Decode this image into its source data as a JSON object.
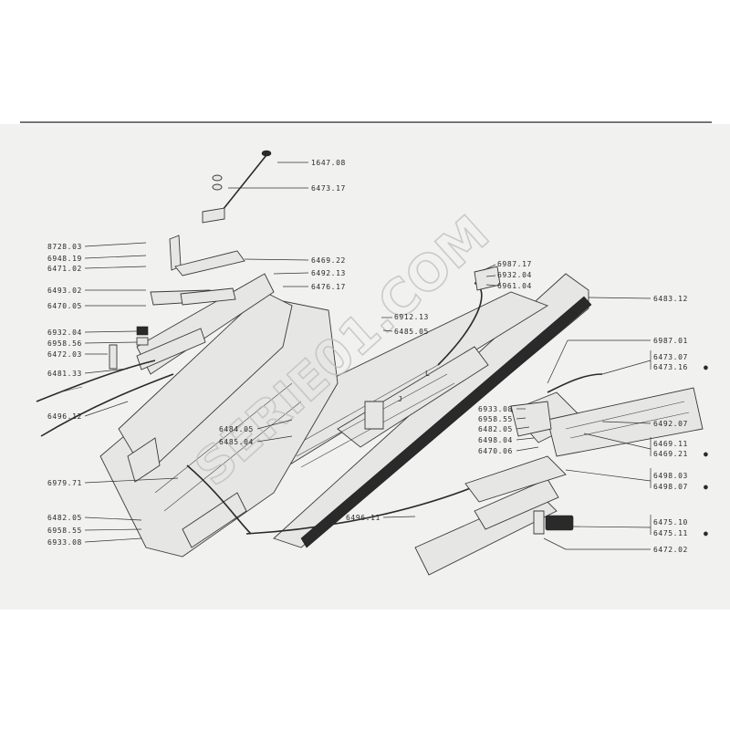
{
  "watermark": "SERIE01.COM",
  "left_labels": [
    {
      "id": "l1",
      "text": "8728.03"
    },
    {
      "id": "l2",
      "text": "6948.19"
    },
    {
      "id": "l3",
      "text": "6471.02"
    },
    {
      "id": "l4",
      "text": "6493.02"
    },
    {
      "id": "l5",
      "text": "6470.05"
    },
    {
      "id": "l6",
      "text": "6932.04"
    },
    {
      "id": "l7",
      "text": "6958.56"
    },
    {
      "id": "l8",
      "text": "6472.03"
    },
    {
      "id": "l9",
      "text": "6481.33"
    },
    {
      "id": "l10",
      "text": "6496.12"
    },
    {
      "id": "l11",
      "text": "6979.71"
    },
    {
      "id": "l12",
      "text": "6482.05"
    },
    {
      "id": "l13",
      "text": "6958.55"
    },
    {
      "id": "l14",
      "text": "6933.08"
    }
  ],
  "top_labels": [
    {
      "id": "t1",
      "text": "1647.08"
    },
    {
      "id": "t2",
      "text": "6473.17"
    },
    {
      "id": "t3",
      "text": "6469.22"
    },
    {
      "id": "t4",
      "text": "6492.13"
    },
    {
      "id": "t5",
      "text": "6476.17"
    }
  ],
  "center_labels": [
    {
      "id": "c1",
      "text": "6912.13"
    },
    {
      "id": "c2",
      "text": "6485.05"
    },
    {
      "id": "c3",
      "text": "6484.05"
    },
    {
      "id": "c4",
      "text": "6485.04"
    },
    {
      "id": "c5",
      "text": "6496.11"
    },
    {
      "id": "c6",
      "text": "6987.17"
    },
    {
      "id": "c7",
      "text": "6932.04"
    },
    {
      "id": "c8",
      "text": "6961.04"
    },
    {
      "id": "c9",
      "text": "6933.08"
    },
    {
      "id": "c10",
      "text": "6958.55"
    },
    {
      "id": "c11",
      "text": "6482.05"
    },
    {
      "id": "c12",
      "text": "6498.04"
    },
    {
      "id": "c13",
      "text": "6470.06"
    }
  ],
  "right_labels": [
    {
      "id": "r1",
      "text": "6483.12"
    },
    {
      "id": "r2",
      "text": "6987.01"
    },
    {
      "id": "r3",
      "text": "6473.07"
    },
    {
      "id": "r4",
      "text": "6473.16",
      "marker": "●"
    },
    {
      "id": "r5",
      "text": "6492.07"
    },
    {
      "id": "r6",
      "text": "6469.11"
    },
    {
      "id": "r7",
      "text": "6469.21",
      "marker": "●"
    },
    {
      "id": "r8",
      "text": "6498.03"
    },
    {
      "id": "r9",
      "text": "6498.07",
      "marker": "●"
    },
    {
      "id": "r10",
      "text": "6475.10"
    },
    {
      "id": "r11",
      "text": "6475.11",
      "marker": "●"
    },
    {
      "id": "r12",
      "text": "6472.02"
    }
  ],
  "part_letters": {
    "j": "J",
    "l": "L"
  },
  "colors": {
    "page": "#f1f1ef",
    "ink": "#2b2b2b",
    "watermark": "#bdbdbd"
  }
}
